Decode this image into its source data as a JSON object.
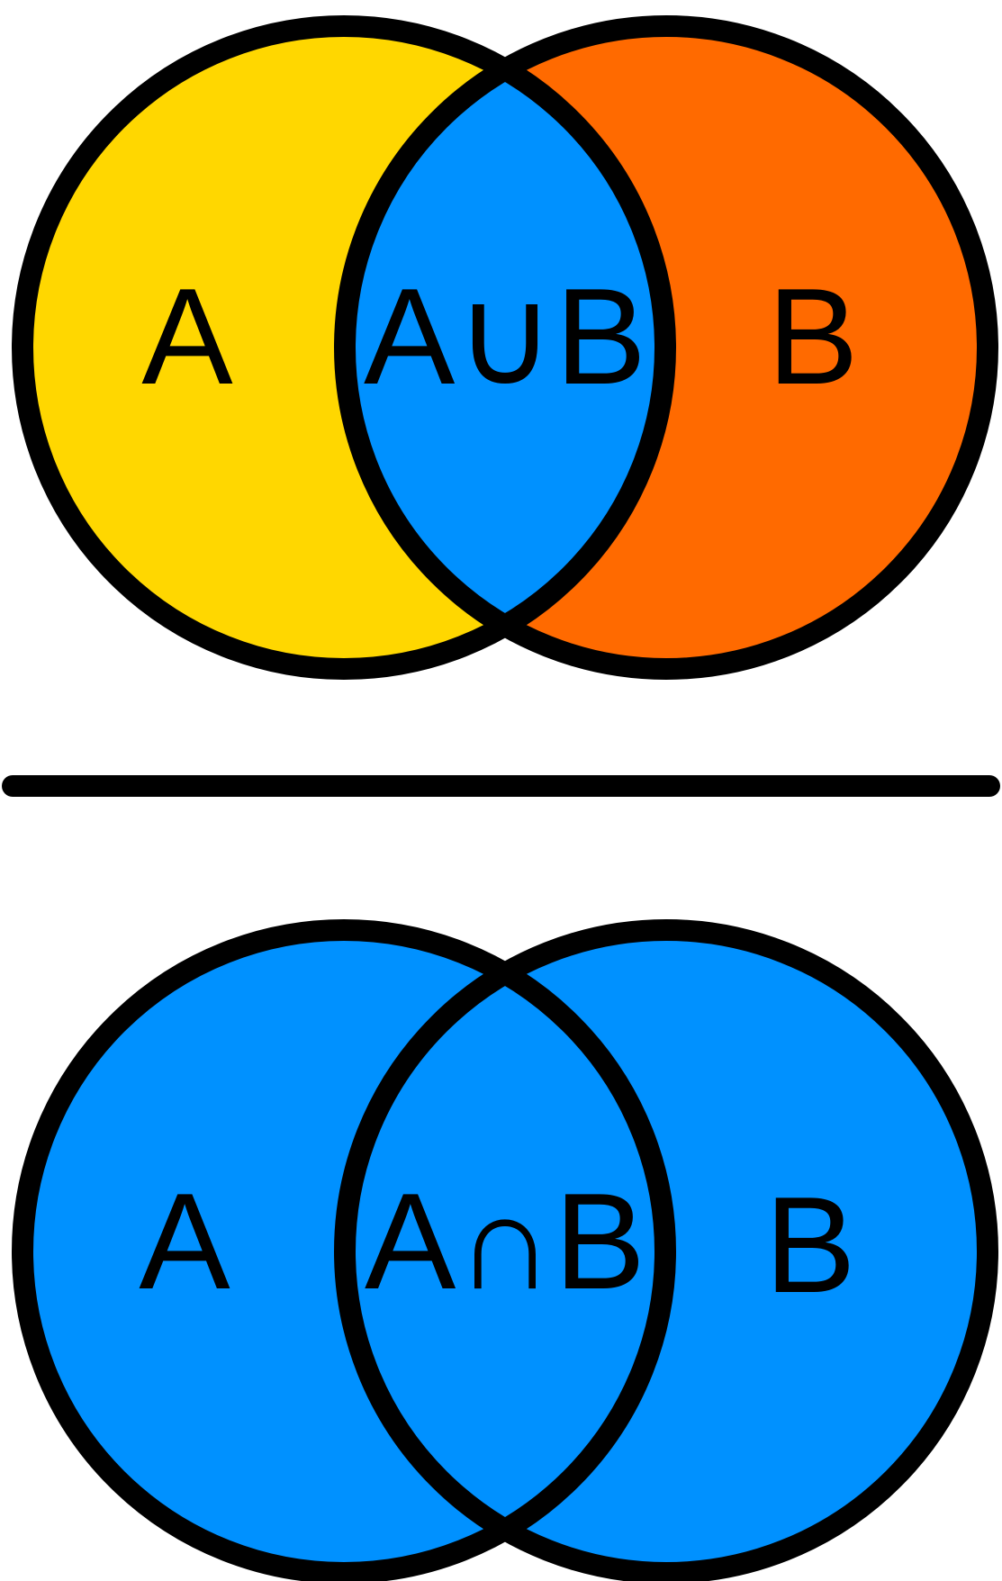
{
  "colors": {
    "outline": "#000000",
    "set_a_only": "#FFD700",
    "set_b_only": "#FF6A00",
    "overlap": "#0091FF",
    "background": "#FFFFFF"
  },
  "top_diagram": {
    "label_a": "A",
    "label_center": "A∪B",
    "label_b": "B",
    "fill_a_only": "yellow",
    "fill_b_only": "orange",
    "fill_intersection": "blue"
  },
  "bottom_diagram": {
    "label_a": "A",
    "label_center": "A∩B",
    "label_b": "B",
    "fill_a_only": "blue",
    "fill_b_only": "blue",
    "fill_intersection": "blue"
  }
}
